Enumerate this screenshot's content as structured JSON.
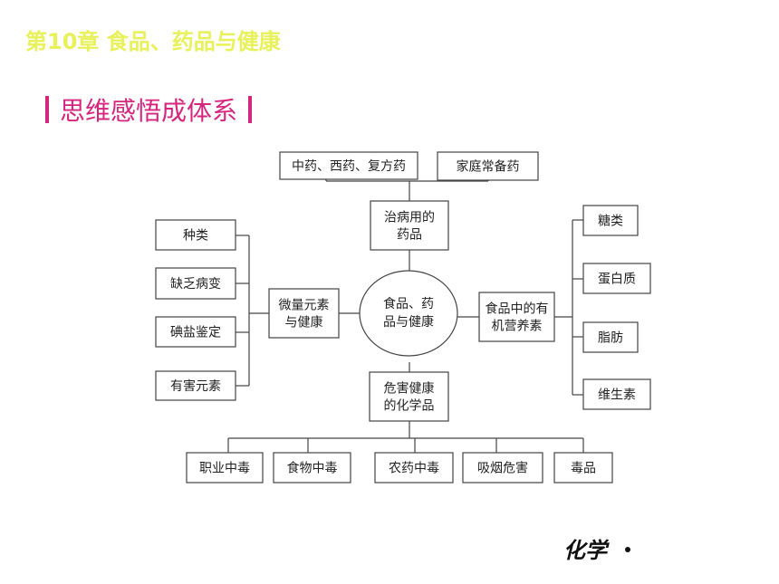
{
  "header": {
    "chapter_title": "第10章 食品、药品与健康"
  },
  "section": {
    "heading": "思维感悟成体系"
  },
  "diagram": {
    "center": [
      "食品、药",
      "品与健康"
    ],
    "top": {
      "hub": [
        "治病用的",
        "药品"
      ],
      "children": [
        "中药、西药、复方药",
        "家庭常备药"
      ]
    },
    "left": {
      "hub": [
        "微量元素",
        "与健康"
      ],
      "children": [
        "种类",
        "缺乏病变",
        "碘盐鉴定",
        "有害元素"
      ]
    },
    "right": {
      "hub": [
        "食品中的有",
        "机营养素"
      ],
      "children": [
        "糖类",
        "蛋白质",
        "脂肪",
        "维生素"
      ]
    },
    "bottom": {
      "hub": [
        "危害健康",
        "的化学品"
      ],
      "children": [
        "职业中毒",
        "食物中毒",
        "农药中毒",
        "吸烟危害",
        "毒品"
      ]
    }
  },
  "footer": {
    "label": "化学"
  }
}
